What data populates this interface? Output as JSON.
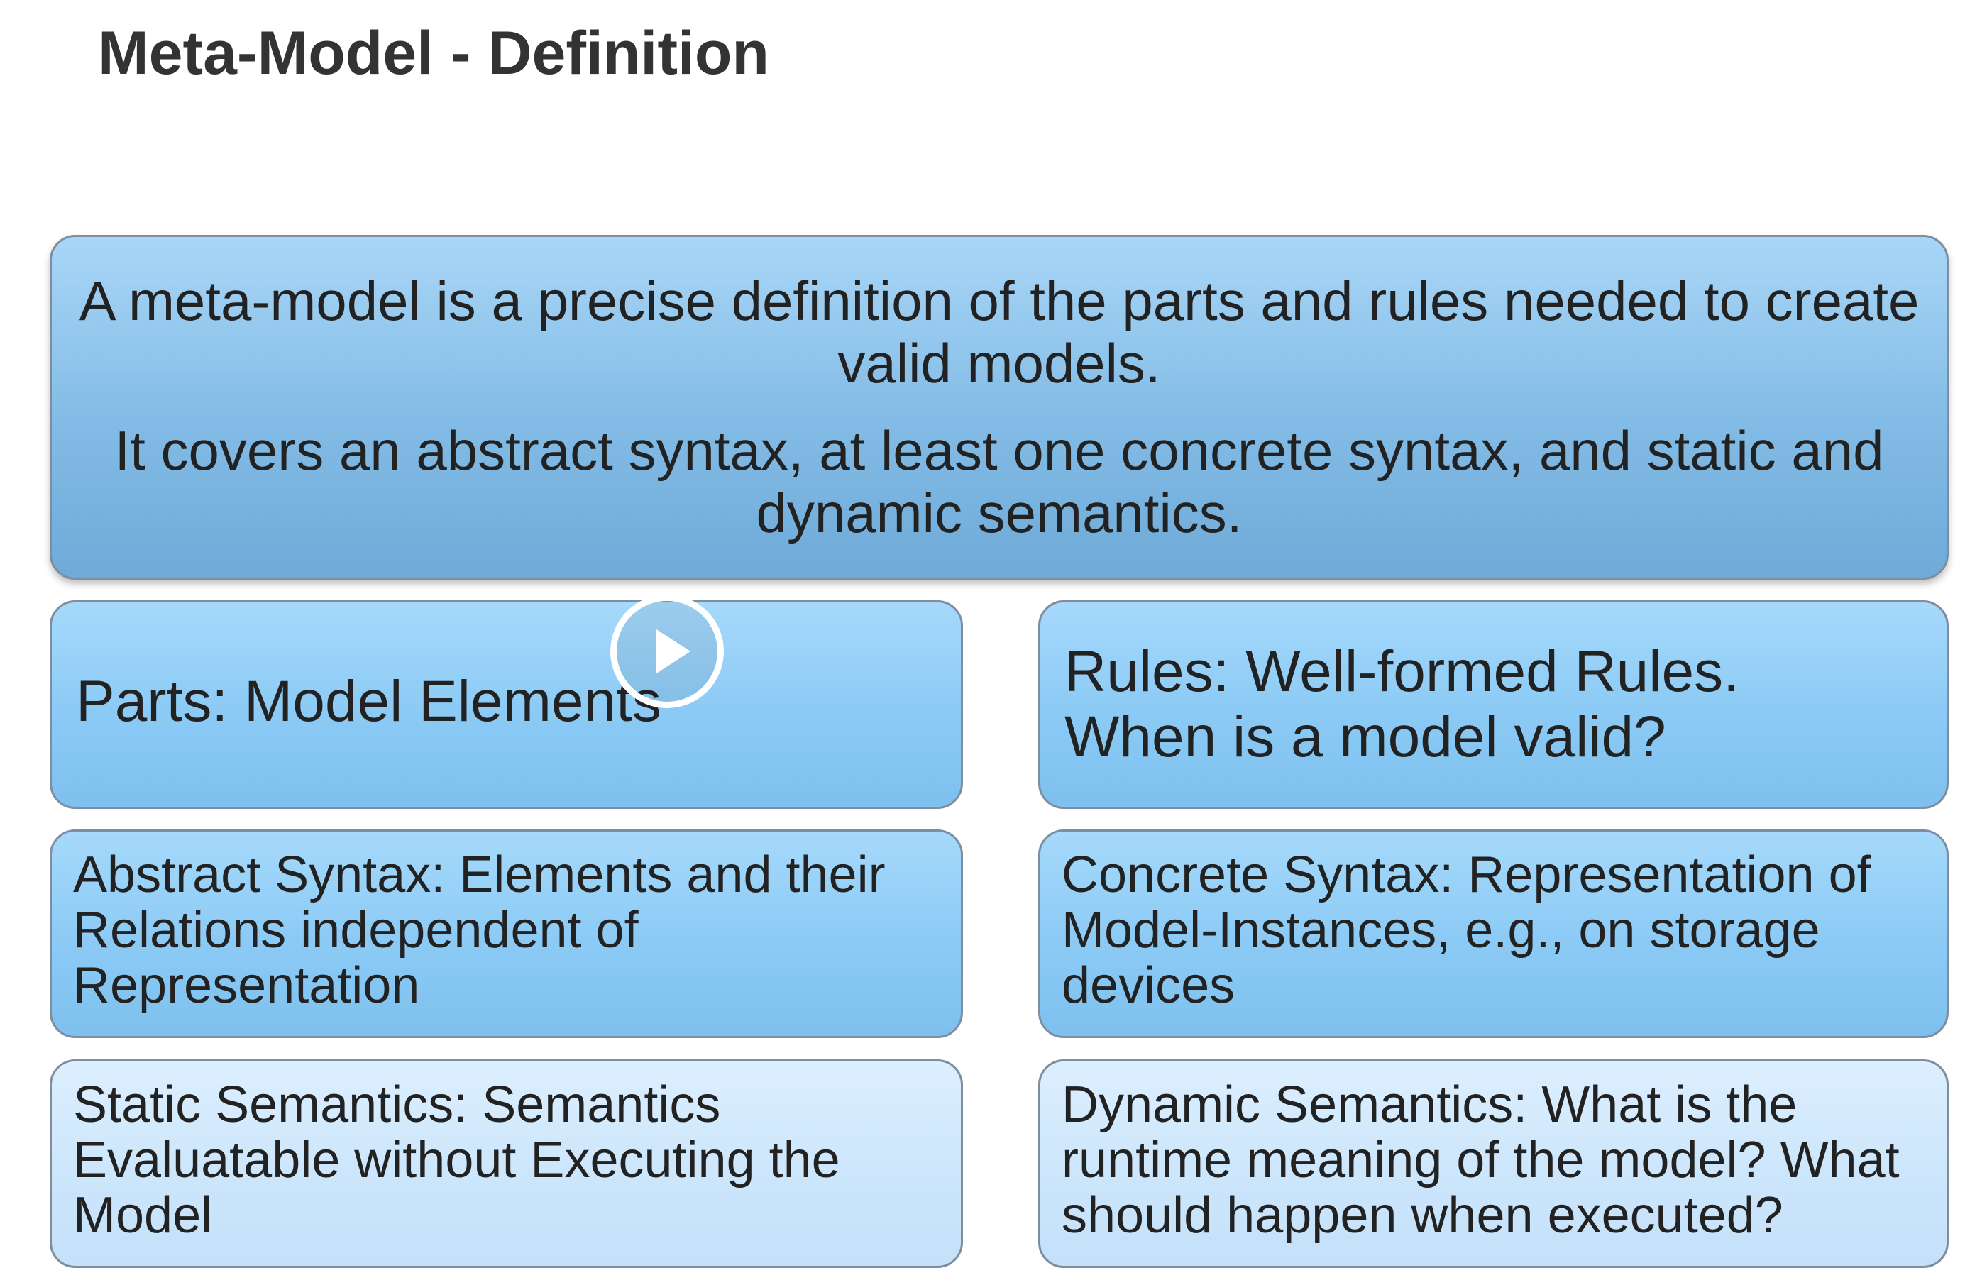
{
  "slide": {
    "title": "Meta-Model - Definition",
    "definition": {
      "paragraph1": "A meta-model is a precise definition of the parts and rules needed to create valid models.",
      "paragraph2": "It covers an abstract syntax, at least one concrete syntax, and static and dynamic semantics."
    },
    "parts": "Parts: Model Elements",
    "rules": "Rules: Well-formed Rules. When is a model valid?",
    "abstract_syntax": "Abstract Syntax: Elements and their Relations independent of Representation",
    "concrete_syntax": "Concrete Syntax: Representation of Model-Instances, e.g., on storage devices",
    "static_semantics": "Static Semantics: Semantics Evaluatable without Executing the Model",
    "dynamic_semantics": "Dynamic Semantics: What is the runtime meaning of the model? What should happen when executed?"
  },
  "player": {
    "play_icon": "play-icon"
  },
  "colors": {
    "title_text": "#333333",
    "box_border": "#7e8da0",
    "definition_box": "#82bbe5",
    "mid_box": "#8bcaf5",
    "light_box": "#cbe5fb"
  }
}
